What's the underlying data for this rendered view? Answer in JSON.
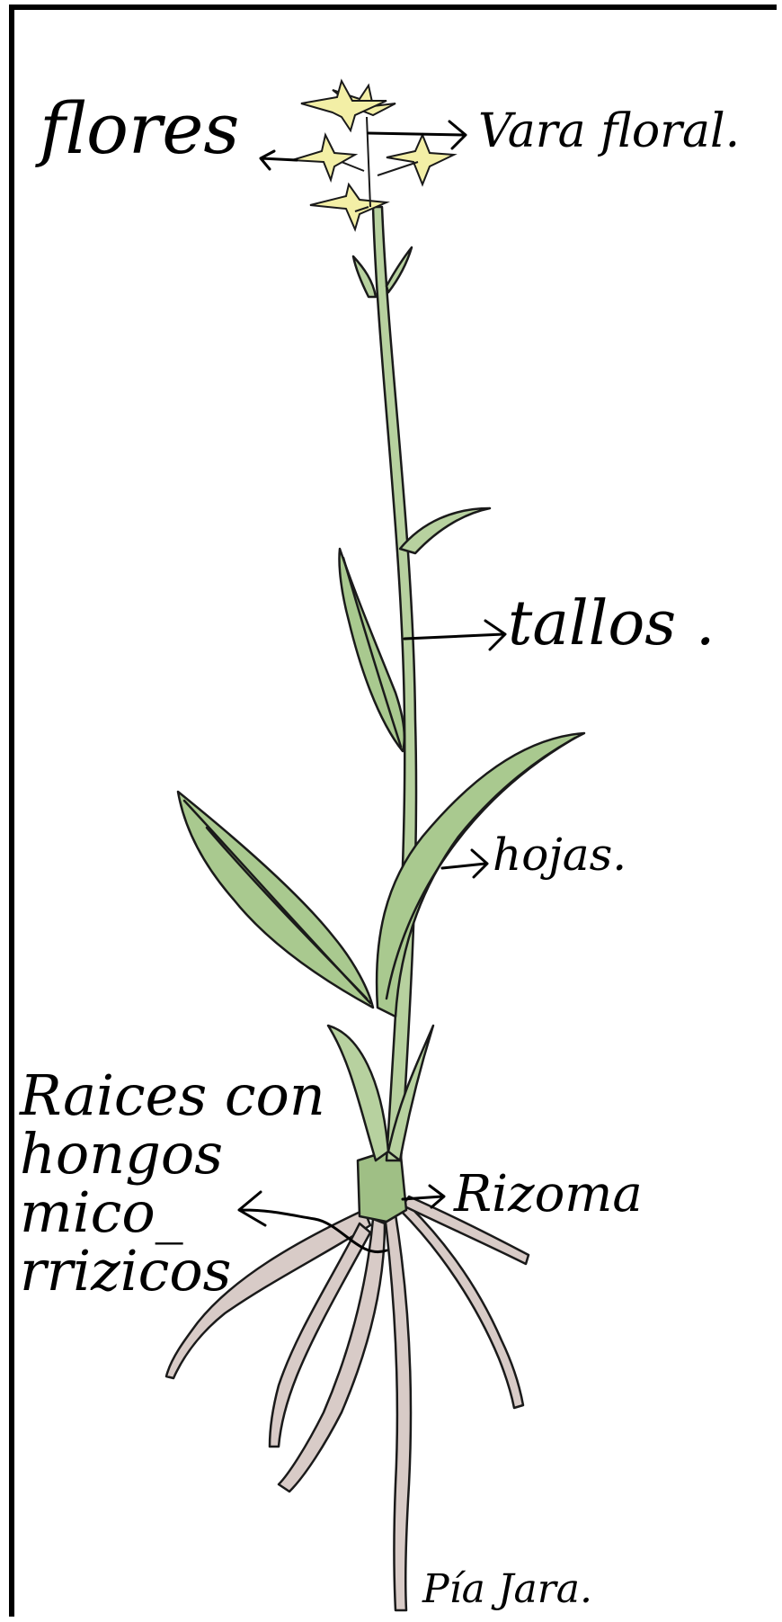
{
  "labels": {
    "flores": "flores",
    "vara_floral": "Vara floral.",
    "tallos": "tallos .",
    "hojas": "hojas.",
    "raices_line1": "Raices con",
    "raices_line2": "hongos",
    "raices_line3": "mico_",
    "raices_line4": "rrizicos",
    "rizoma": "Rizoma",
    "author": "Pía Jara."
  },
  "colors": {
    "leaf_fill": "#a9c98f",
    "leaf_fill_light": "#c9dcb6",
    "flower": "#f3efa6",
    "root": "#d8cbc7",
    "outline": "#1a1a1a"
  }
}
